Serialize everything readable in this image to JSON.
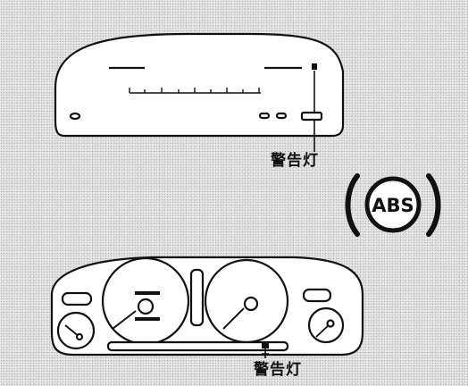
{
  "labels": {
    "upper_warning_light": "警告灯",
    "lower_warning_light": "警告灯"
  },
  "abs_symbol": {
    "text": "ABS",
    "color": "#111111"
  },
  "colors": {
    "line": "#111111",
    "panel_fill": "#ffffff",
    "background": "#e6e6e6"
  }
}
